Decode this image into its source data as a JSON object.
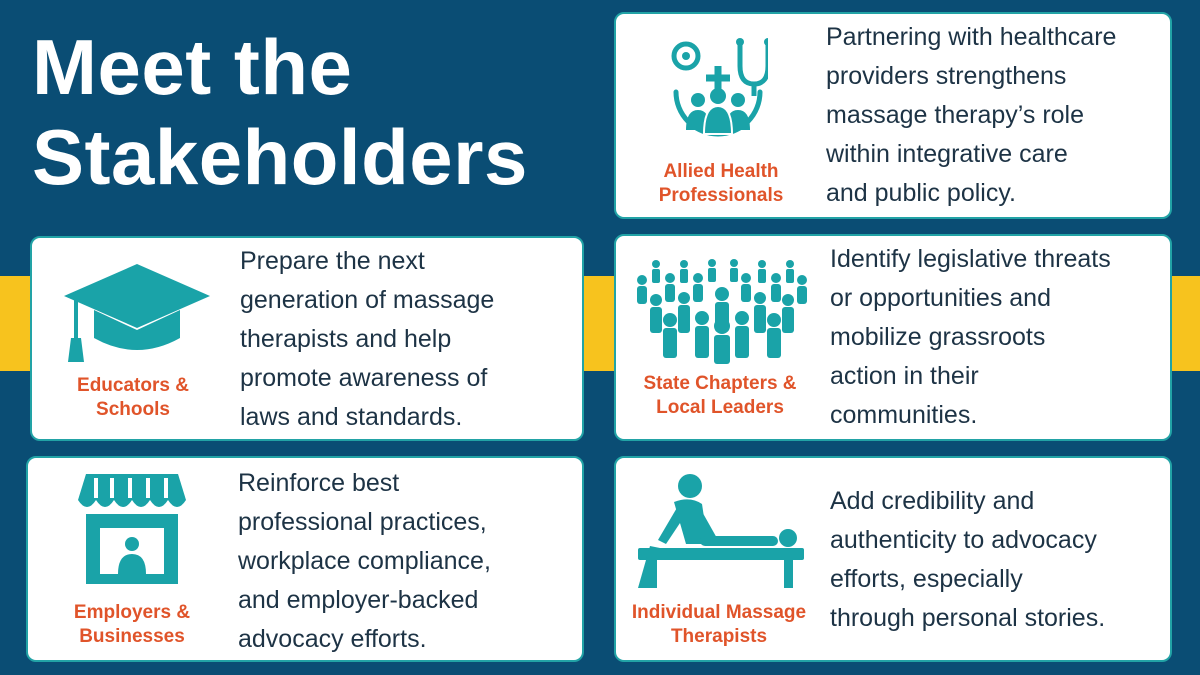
{
  "title": {
    "line1": "Meet the",
    "line2": "Stakeholders"
  },
  "colors": {
    "background": "#0a4d74",
    "band": "#f7c31e",
    "accent": "#1aa3a8",
    "label": "#e0542a",
    "text": "#1d3345"
  },
  "cards": {
    "allied": {
      "icon": "stethoscope-people-icon",
      "label": [
        "Allied Health",
        "Professionals"
      ],
      "description": [
        "Partnering with healthcare",
        "providers strengthens",
        "massage therapy’s role",
        "within integrative care",
        "and public policy."
      ]
    },
    "educators": {
      "icon": "graduation-cap-icon",
      "label": [
        "Educators &",
        "Schools"
      ],
      "description": [
        "Prepare the next",
        "generation of massage",
        "therapists and help",
        "promote awareness of",
        "laws and standards."
      ]
    },
    "state": {
      "icon": "crowd-icon",
      "label": [
        "State Chapters &",
        "Local Leaders"
      ],
      "description": [
        "Identify legislative threats",
        "or opportunities and",
        "mobilize grassroots",
        "action in their",
        "communities."
      ]
    },
    "employers": {
      "icon": "storefront-icon",
      "label": [
        "Employers &",
        "Businesses"
      ],
      "description": [
        "Reinforce best",
        "professional practices,",
        "workplace compliance,",
        "and employer-backed",
        "advocacy efforts."
      ]
    },
    "therapists": {
      "icon": "massage-table-icon",
      "label": [
        "Individual Massage",
        "Therapists"
      ],
      "description": [
        "Add credibility and",
        "authenticity to advocacy",
        "efforts, especially",
        "through personal stories."
      ]
    }
  }
}
